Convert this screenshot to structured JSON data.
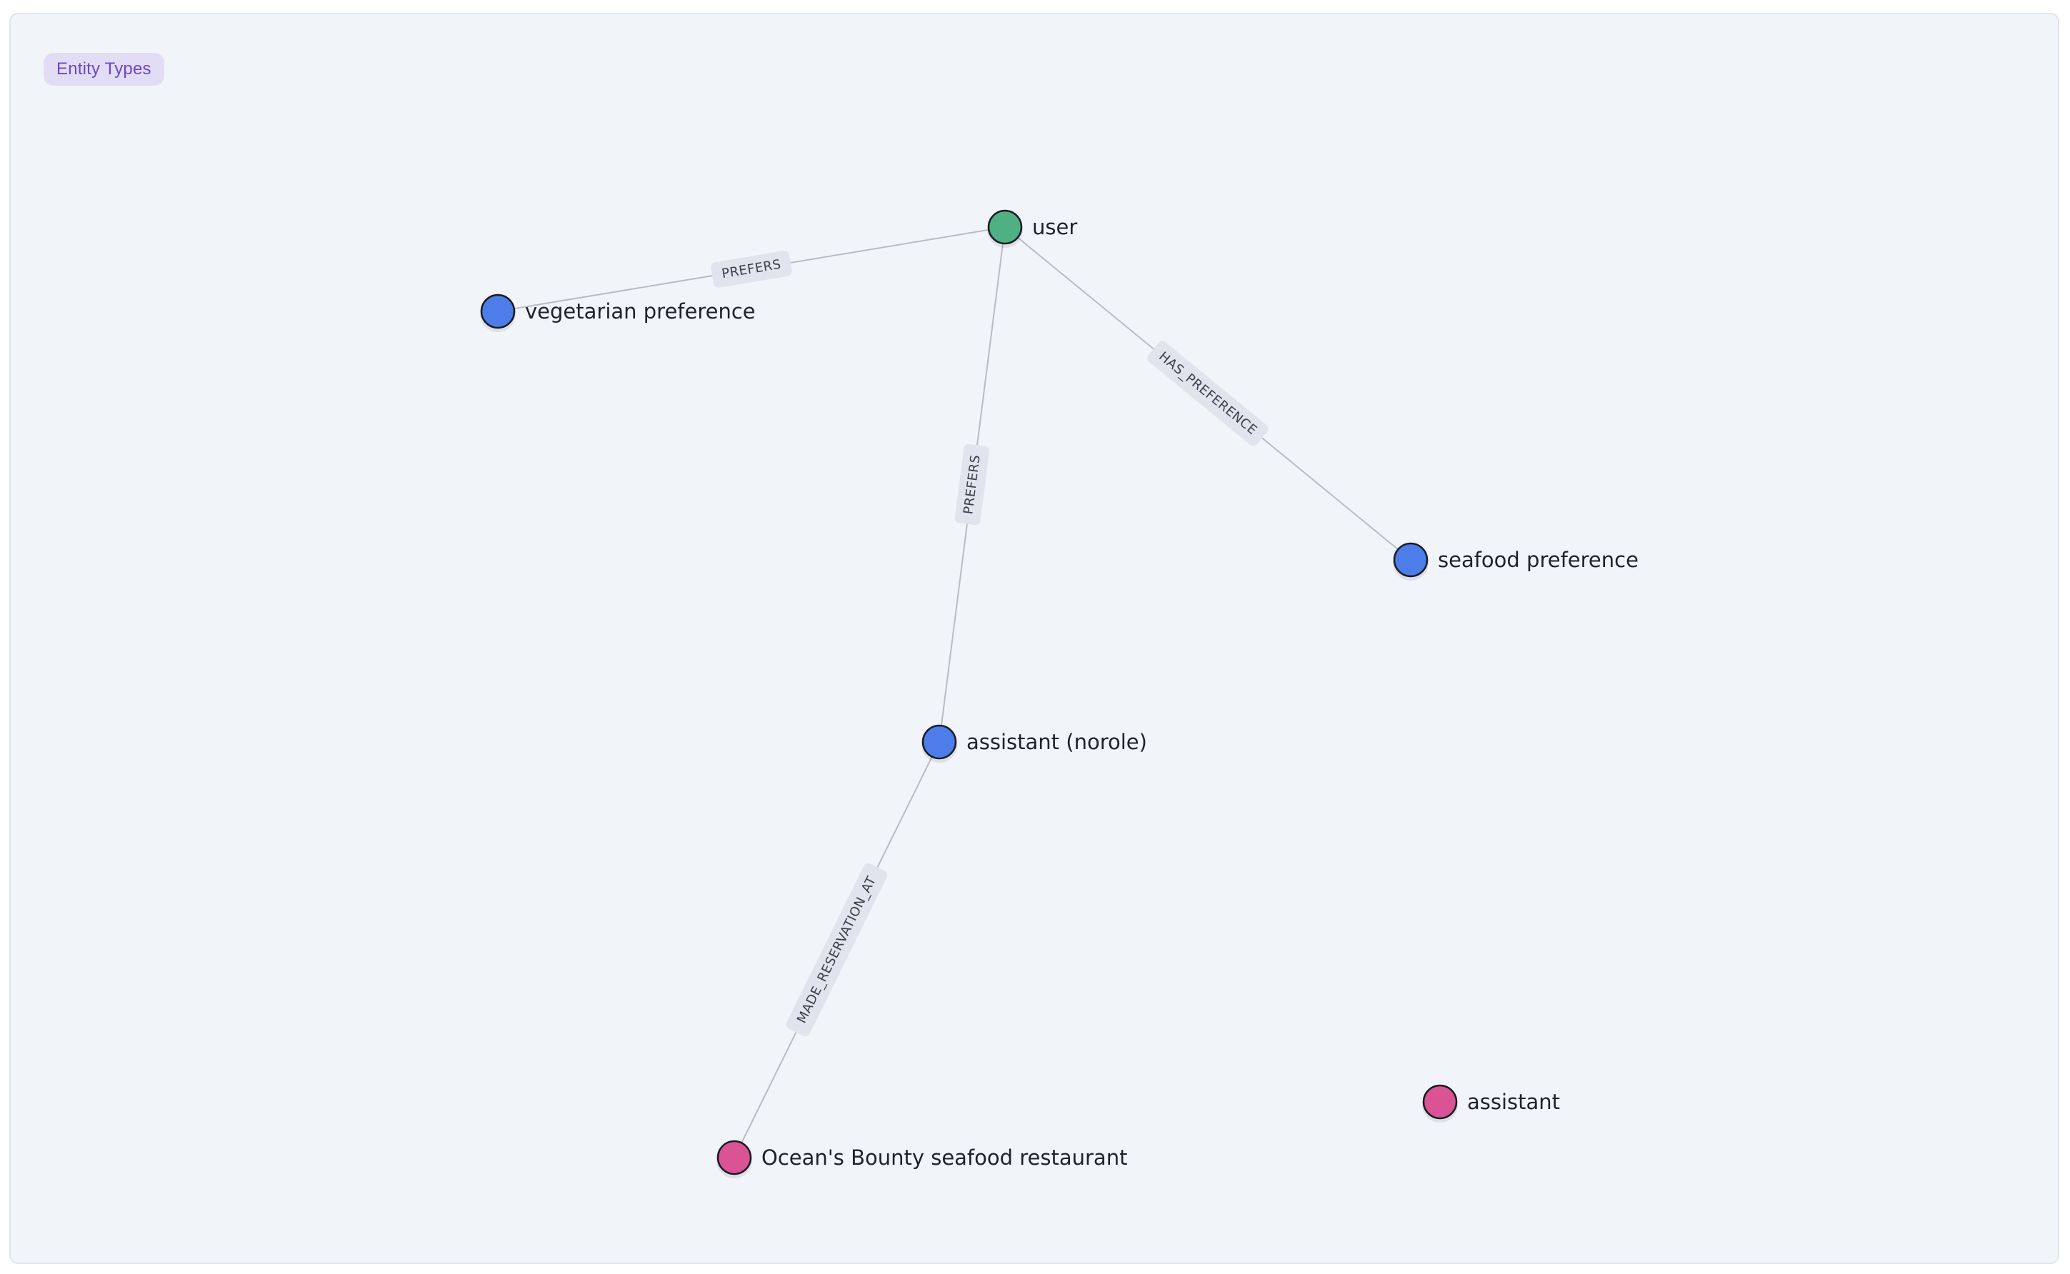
{
  "legend": {
    "label": "Entity Types"
  },
  "colors": {
    "user": "#4fb083",
    "preference": "#4c7de9",
    "location": "#da5395",
    "edge": "#b9bcc4",
    "edge_label_bg": "#e1e4ed",
    "canvas_bg": "#f1f4f9",
    "legend_bg": "#e3dcf5",
    "legend_text": "#6d48c8"
  },
  "nodes": [
    {
      "id": "user",
      "label": "user",
      "color": "#4fb083"
    },
    {
      "id": "veg",
      "label": "vegetarian preference",
      "color": "#4c7de9"
    },
    {
      "id": "seafood",
      "label": "seafood preference",
      "color": "#4c7de9"
    },
    {
      "id": "assistant_norole",
      "label": "assistant (norole)",
      "color": "#4c7de9"
    },
    {
      "id": "oceans",
      "label": "Ocean's Bounty seafood restaurant",
      "color": "#da5395"
    },
    {
      "id": "assistant",
      "label": "assistant",
      "color": "#da5395"
    }
  ],
  "edges": [
    {
      "source": "veg",
      "target": "user",
      "label": "PREFERS"
    },
    {
      "source": "user",
      "target": "seafood",
      "label": "HAS_PREFERENCE"
    },
    {
      "source": "assistant_norole",
      "target": "user",
      "label": "PREFERS"
    },
    {
      "source": "oceans",
      "target": "assistant_norole",
      "label": "MADE_RESERVATION_AT"
    }
  ]
}
